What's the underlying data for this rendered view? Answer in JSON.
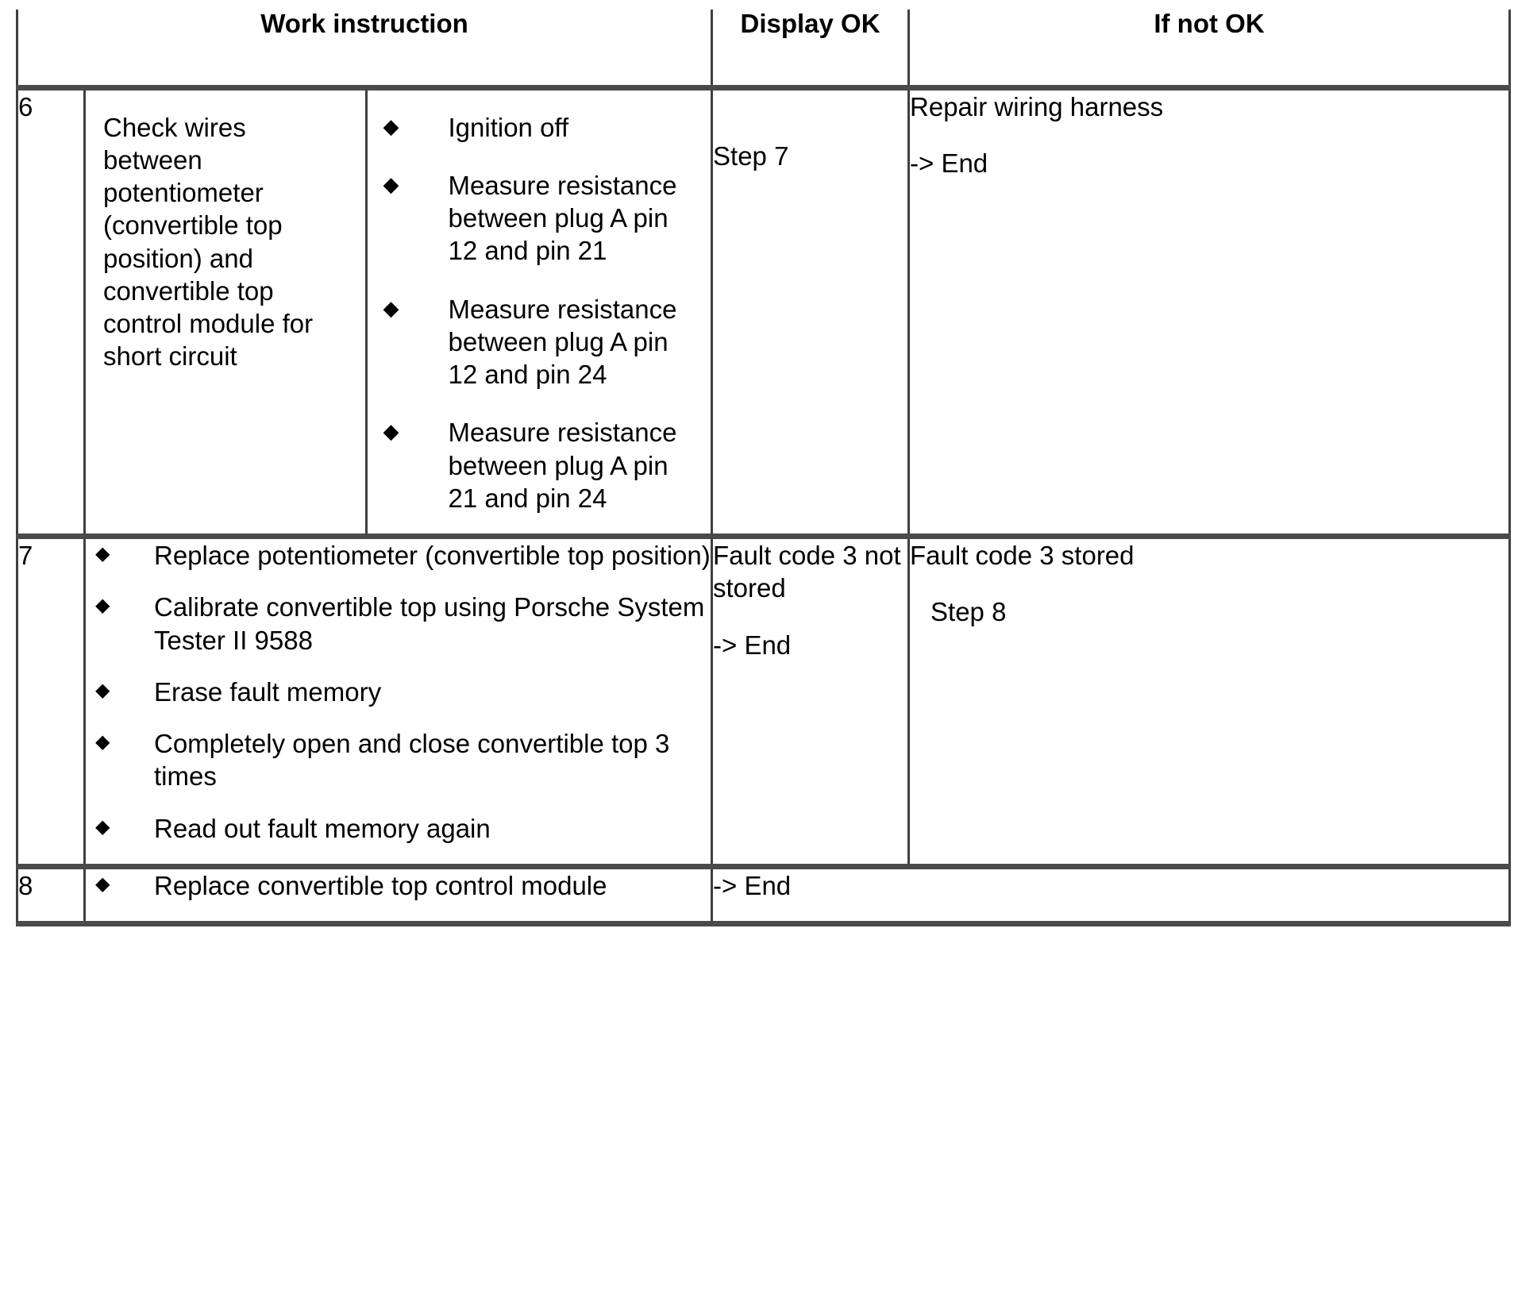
{
  "table": {
    "headers": {
      "work_instruction": "Work instruction",
      "display_ok": "Display OK",
      "if_not_ok": "If not OK"
    },
    "bullet_glyph": "◆",
    "rows": [
      {
        "number": "6",
        "instruction_text": "Check wires between potentiometer (convertible top position) and convertible top control module for short circuit",
        "bullets": [
          "Ignition off",
          "Measure resistance between plug A pin 12 and pin 21",
          "Measure resistance between plug A pin 12 and pin 24",
          "Measure resistance between plug A pin 21 and pin 24"
        ],
        "display_ok": {
          "line1": "Step 7"
        },
        "if_not_ok": {
          "line1": "Repair wiring harness",
          "line2": "-> End"
        }
      },
      {
        "number": "7",
        "bullets": [
          "Replace potentiometer (convertible top position)",
          "Calibrate convertible top using Porsche System Tester II 9588",
          "Erase fault memory",
          "Completely open and close convertible top 3 times",
          "Read out fault memory again"
        ],
        "display_ok": {
          "line1": "Fault code 3 not stored",
          "line2": "-> End"
        },
        "if_not_ok": {
          "line1": "Fault code 3 stored",
          "line2": "Step 8"
        }
      },
      {
        "number": "8",
        "bullets": [
          "Replace convertible top control module"
        ],
        "display_ok": {
          "line1": "-> End"
        }
      }
    ]
  },
  "colors": {
    "border": "#3f3f3f",
    "border_thick": "#4a4a4a",
    "text": "#000000",
    "background": "#ffffff"
  }
}
